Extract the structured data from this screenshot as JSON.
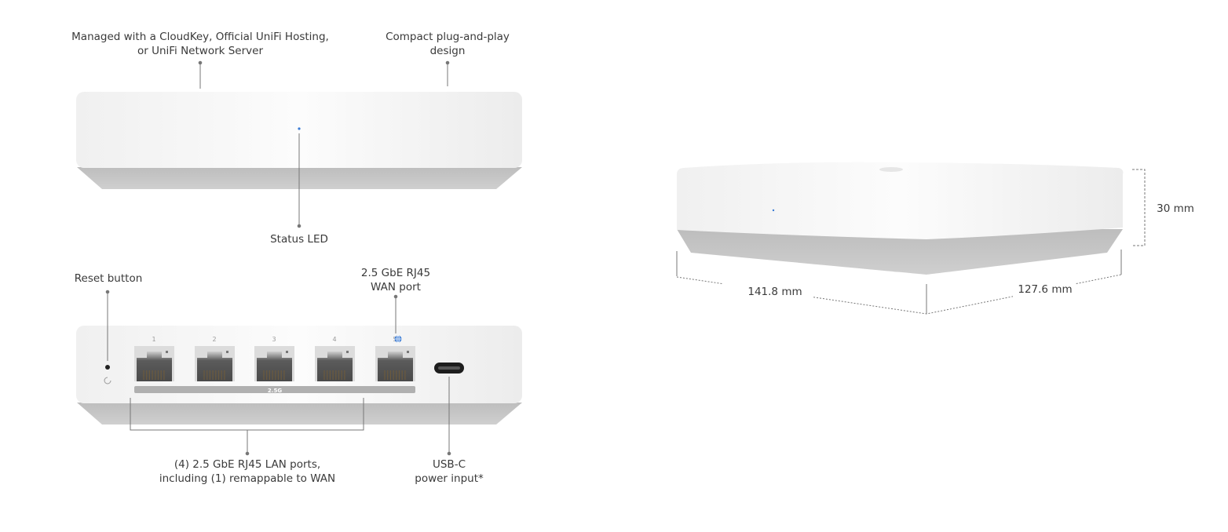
{
  "front_view": {
    "callouts": {
      "management": {
        "line1": "Managed with a CloudKey, Official UniFi Hosting,",
        "line2": "or UniFi Network Server"
      },
      "design": {
        "line1": "Compact plug-and-play",
        "line2": "design"
      },
      "status_led": "Status LED"
    },
    "led_color": "#3a7bd5"
  },
  "back_view": {
    "callouts": {
      "reset": "Reset button",
      "wan": {
        "line1": "2.5 GbE RJ45",
        "line2": "WAN port"
      },
      "lan": {
        "line1": "(4) 2.5 GbE RJ45 LAN ports,",
        "line2": "including (1) remappable to WAN"
      },
      "usbc": {
        "line1": "USB-C",
        "line2": "power input*"
      }
    },
    "port_numbers": [
      "1",
      "2",
      "3",
      "4",
      "5"
    ],
    "speed_label": "2.5G",
    "wan_icon": "globe-icon",
    "wan_icon_color": "#3a7bd5"
  },
  "dimensions": {
    "height": "30 mm",
    "width": "141.8 mm",
    "depth": "127.6 mm"
  }
}
